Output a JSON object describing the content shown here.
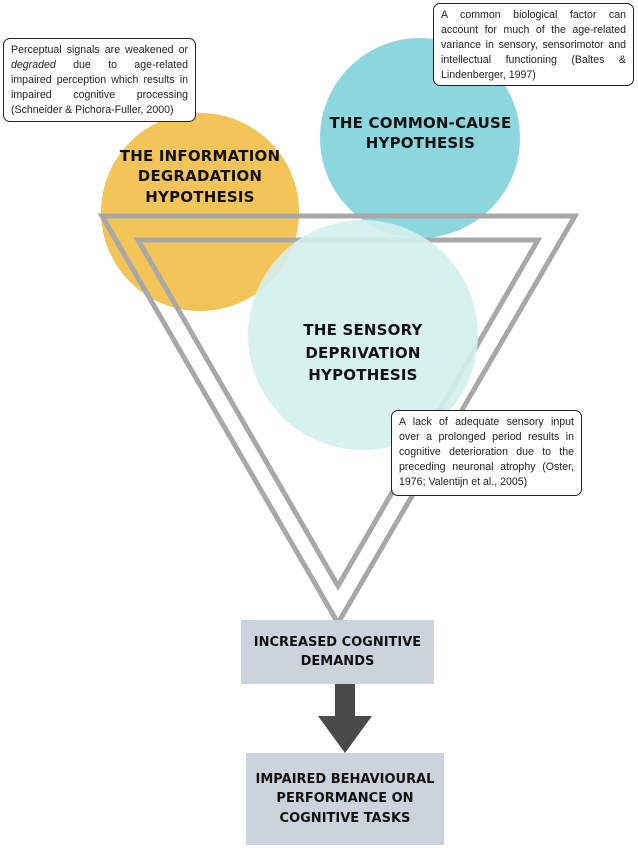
{
  "circles": {
    "information_degradation": {
      "title_line1": "THE INFORMATION",
      "title_line2": "DEGRADATION",
      "title_line3": "HYPOTHESIS",
      "color": "#f2c14e"
    },
    "common_cause": {
      "title_line1": "THE COMMON-CAUSE",
      "title_line2": "HYPOTHESIS",
      "color": "#86d4dc"
    },
    "sensory_deprivation": {
      "title_line1": "THE SENSORY",
      "title_line2": "DEPRIVATION",
      "title_line3": "HYPOTHESIS",
      "color": "#d3efec"
    }
  },
  "notes": {
    "degradation": {
      "before": "Perceptual signals are weakened or ",
      "emphasis": "degraded",
      "after": " due to age-related impaired perception which results in impaired cognitive processing (Schneider & Pichora-Fuller, 2000)"
    },
    "common_cause": {
      "text": "A common biological factor can account for much of the age-related variance in sensory, sensorimotor and intellectual functioning (Baltes & Lindenberger, 1997)"
    },
    "sensory_deprivation": {
      "text": "A lack of adequate sensory input over a prolonged period results in cognitive deterioration due to the preceding neuronal atrophy (Oster, 1976; Valentijn et al., 2005)"
    }
  },
  "boxes": {
    "increased_demands": {
      "line1": "INCREASED COGNITIVE",
      "line2": "DEMANDS"
    },
    "impaired_performance": {
      "line1": "IMPAIRED BEHAVIOURAL",
      "line2": "PERFORMANCE ON",
      "line3": "COGNITIVE TASKS"
    }
  },
  "colors": {
    "triangle_stroke": "#a8a8a8",
    "box_fill": "#cdd3dd",
    "arrow": "#4a4a4a"
  }
}
